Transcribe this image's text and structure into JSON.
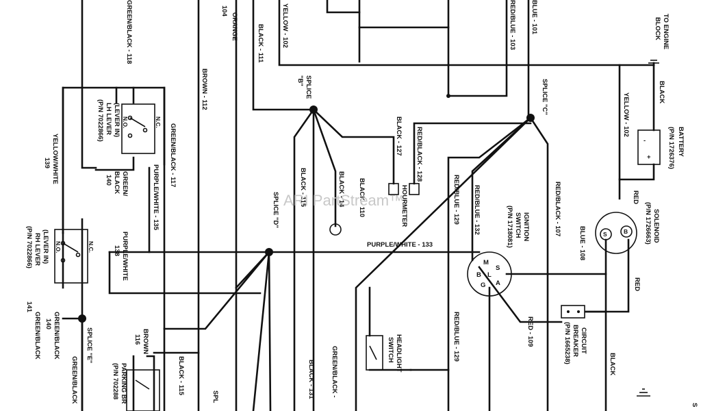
{
  "watermark": "ARI PartStream™",
  "labels": {
    "l_orange": "ORANGE",
    "l_104": "104",
    "l_green_black_118": "GREEN/BLACK - 118",
    "l_yellow_102_top": "YELLOW - 102",
    "l_black_111": "BLACK - 111",
    "l_red_blue_103": "RED/BLUE - 103",
    "l_blue_101": "BLUE - 101",
    "l_to_engine": "TO ENGINE",
    "l_block": "BLOCK",
    "l_brown_112": "BROWN - 112",
    "l_splice_b": "SPLICE",
    "l_splice_b2": "\"B\"",
    "l_splice_c": "SPLICE \"C\"",
    "l_black_top": "BLACK",
    "l_yellow_102_right": "YELLOW - 102",
    "l_battery": "BATTERY",
    "l_battery_pn": "(P/N 1726376)",
    "l_green_black_117": "GREEN/BLACK - 117",
    "l_purple_white_135": "PURPLE/WHITE - 135",
    "l_lh_lever1": "(LEVER IN)",
    "l_lh_lever2": "LH LEVER",
    "l_lh_lever3": "(P/N 7022866)",
    "l_nc1": "N.C.",
    "l_no1": "N.O.",
    "l_black_127": "BLACK - 127",
    "l_red_black_128": "RED/BLACK - 128",
    "l_hourmeter": "HOURMETER",
    "l_yellow_white": "YELLOW/WHITE",
    "l_139": "139",
    "l_green_black_140a": "GREEN/",
    "l_green_black_140b": "BLACK",
    "l_green_black_140c": "140",
    "l_black_115_top": "BLACK - 115",
    "l_black_14": "BLACK - 14",
    "l_black_110": "BLACK - 110",
    "l_red_blue_129_top": "RED/BLUE - 129",
    "l_red_blue_132": "RED/BLUE - 132",
    "l_ignition1": "IGNITION",
    "l_ignition2": "SWITCH",
    "l_ignition3": "(P/N 1718081)",
    "l_red_black_107": "RED/BLACK - 107",
    "l_red_top": "RED",
    "l_solenoid1": "SOLENOID",
    "l_solenoid2": "(P/N 1726663)",
    "l_splice_d": "SPLICE \"D\"",
    "l_blue_108": "BLUE - 108",
    "l_purple_white_133": "PURPLE/WHITE - 133",
    "l_purple_white_138a": "PURPLE/WHITE",
    "l_purple_white_138b": "138",
    "l_rh_lever1": "(LEVER IN)",
    "l_rh_lever2": "RH LEVER",
    "l_rh_lever3": "(P/N 7022866)",
    "l_nc2": "N.C.",
    "l_no2": "N.O.",
    "l_red_right": "RED",
    "l_green_black_141a": "GREEN/BLACK",
    "l_green_black_141b": "141",
    "l_green_black_140d": "GREEN/BLACK",
    "l_green_black_140e": "140",
    "l_splice_e": "SPLICE \"E\"",
    "l_green_black_bot": "GREEN/BLACK",
    "l_red_blue_129_bot": "RED/BLUE - 129",
    "l_red_109": "RED - 109",
    "l_circuit1": "CIRCUIT",
    "l_circuit2": "BREAKER",
    "l_circuit3": "(P/N 1665238)",
    "l_headlight1": "HEADLIGHT",
    "l_headlight2": "SWITCH",
    "l_brown_116a": "BROWN",
    "l_brown_116b": "116",
    "l_black_115_bot": "BLACK - 115",
    "l_parking1": "PARKING BR",
    "l_parking2": "(P/N 702288",
    "l_green_black_bot2": "GREEN/BLACK -",
    "l_black_131": "BLACK - 131",
    "l_black_right_bot": "BLACK",
    "l_spl_bot": "SPL",
    "l_s_right": "S",
    "term_m": "M",
    "term_s": "S",
    "term_b": "B",
    "term_l": "L",
    "term_g": "G",
    "term_a": "A",
    "sol_s": "S",
    "sol_b": "B",
    "bat_minus": "-",
    "bat_plus": "+"
  }
}
